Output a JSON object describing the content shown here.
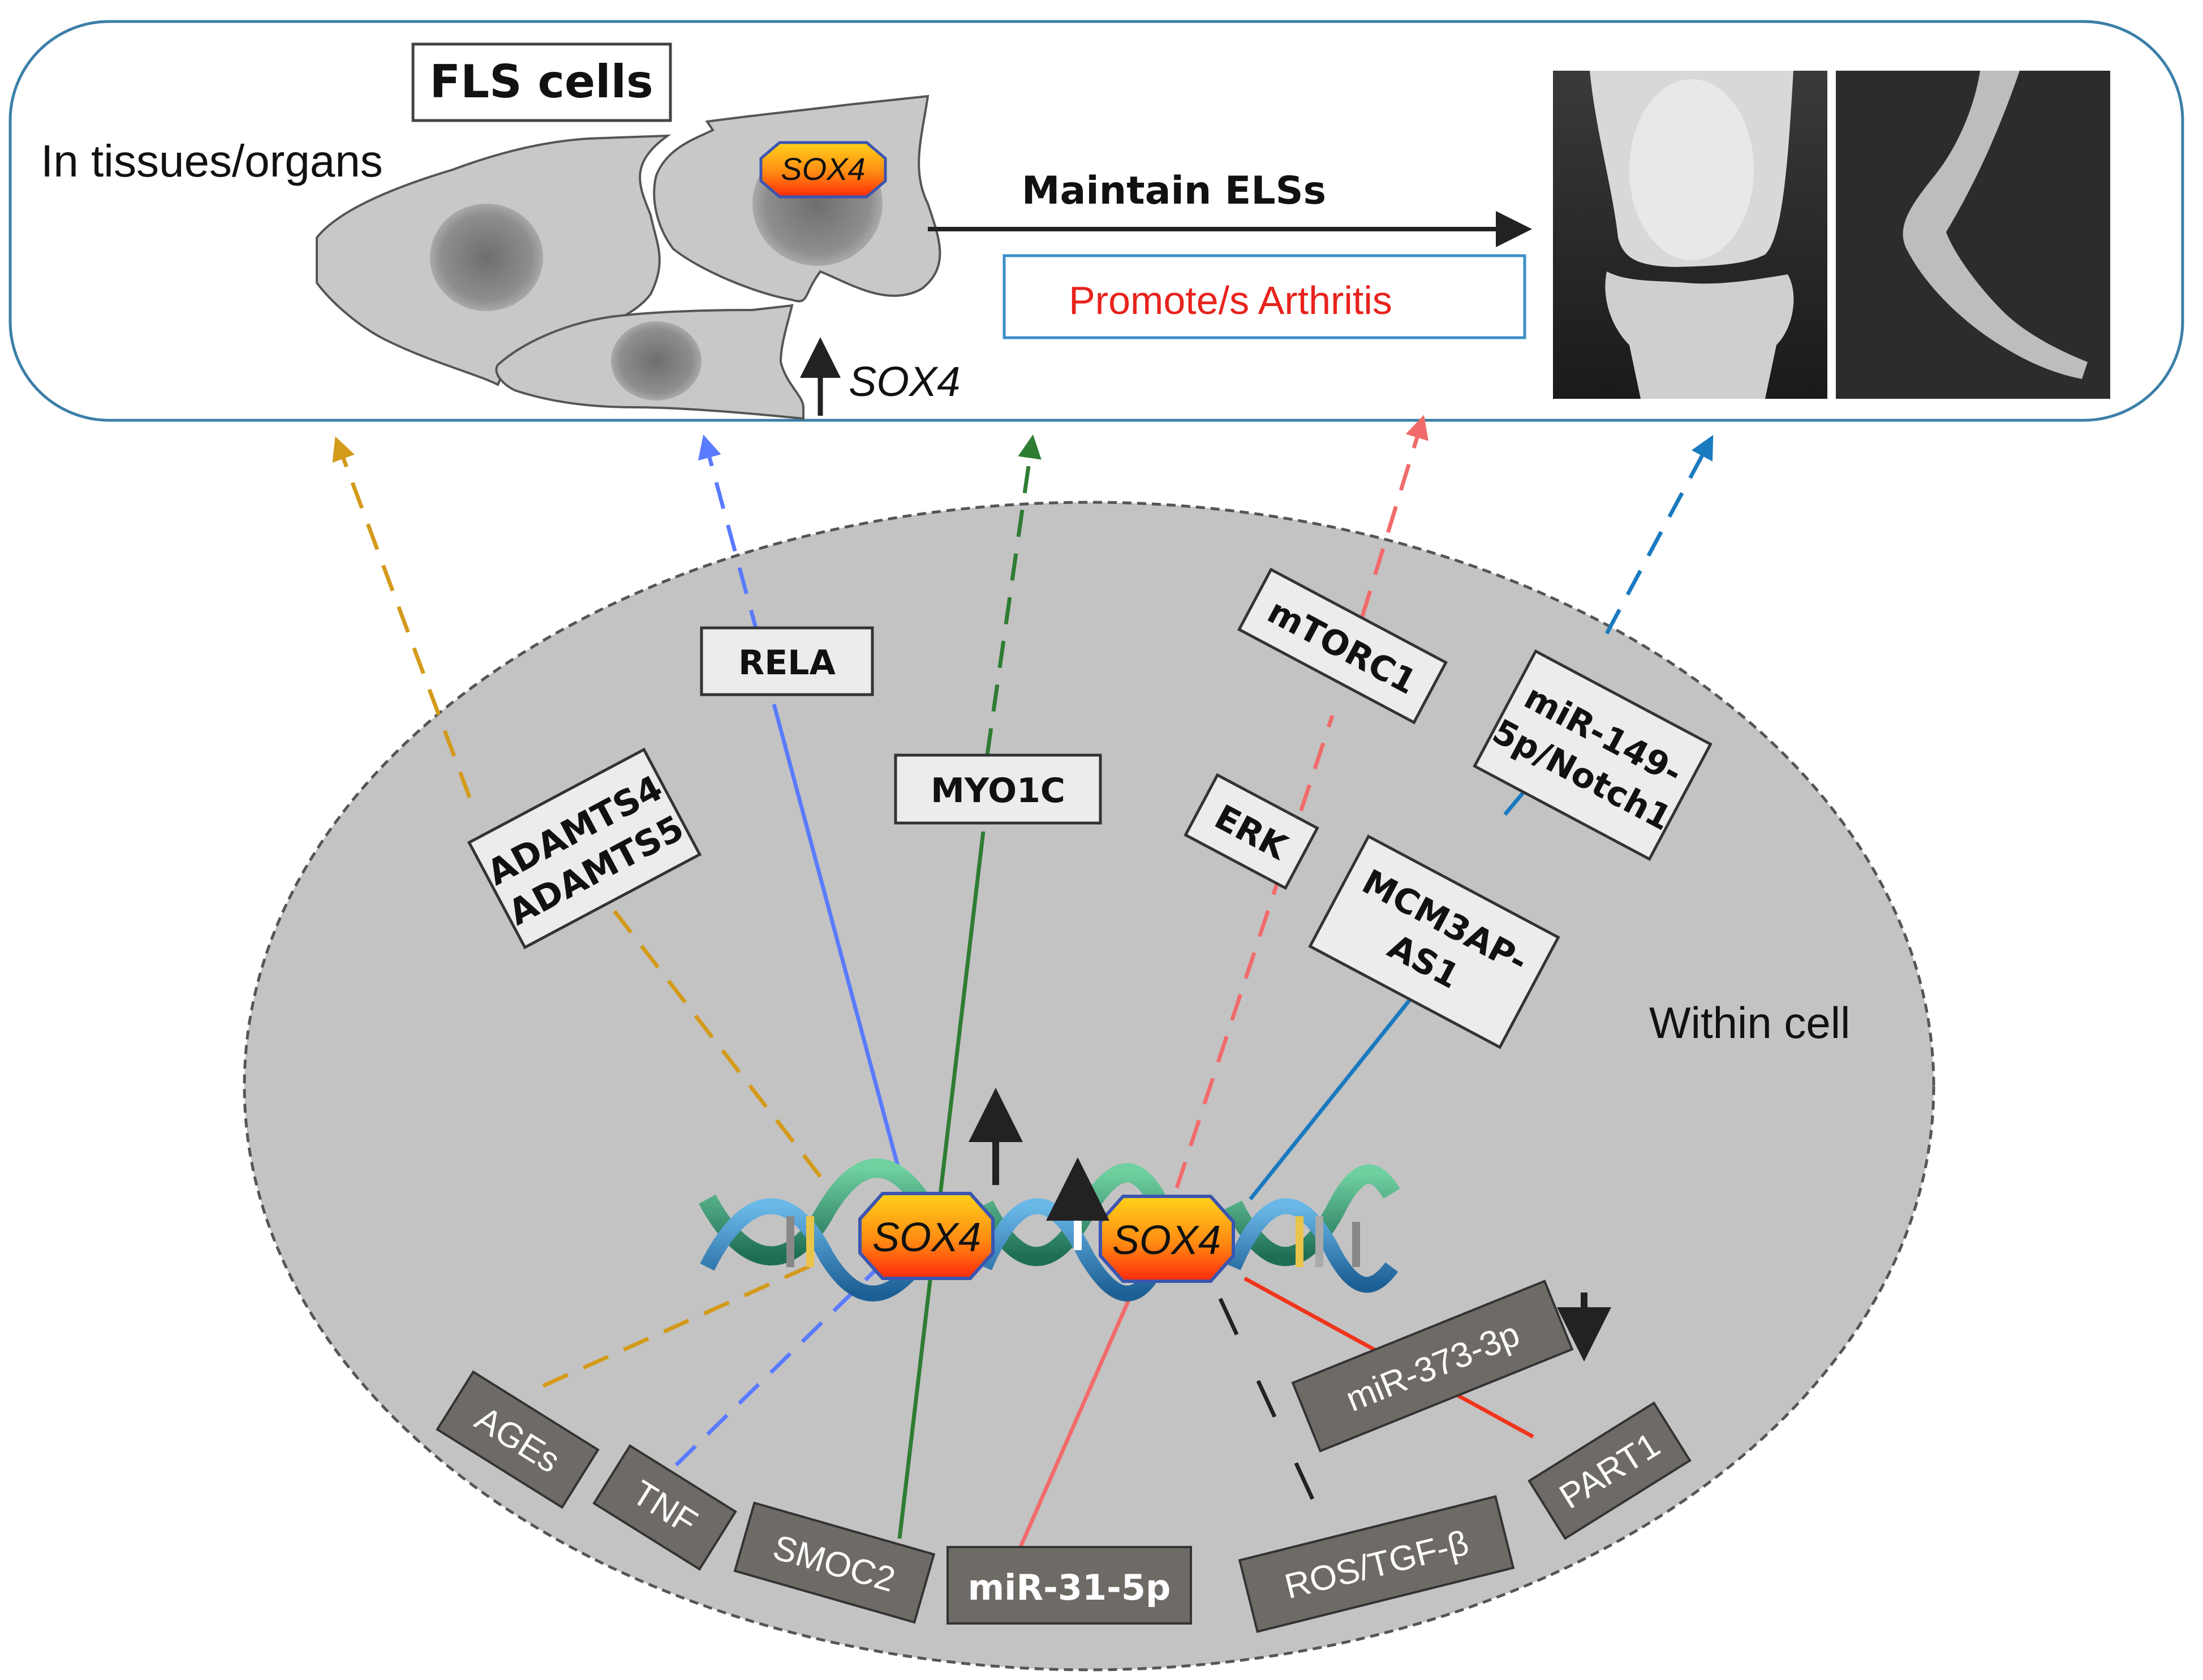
{
  "top_panel": {
    "context_label": "In tissues/organs",
    "cell_type_label": "FLS cells",
    "nucleus_gene_label": "SOX4",
    "upregulated_gene_label": "SOX4",
    "arrow_label": "Maintain ELSs",
    "outcome_label": "Promote/s Arthritis"
  },
  "cell_panel": {
    "context_label": "Within cell",
    "dna_gene_left": "SOX4",
    "dna_gene_right": "SOX4"
  },
  "mediators": {
    "adamts": [
      "ADAMTS4",
      "ADAMTS5"
    ],
    "rela": "RELA",
    "myo1c": "MYO1C",
    "mtorc1": "mTORC1",
    "mir149": [
      "miR-149-",
      "5p/Notch1"
    ],
    "erk": "ERK",
    "mcm3ap": [
      "MCM3AP-",
      "AS1"
    ]
  },
  "upstream_factors": {
    "ages": "AGEs",
    "tnf": "TNF",
    "smoc2": "SMOC2",
    "mir31": "miR-31-5p",
    "ros_tgf": "ROS/TGF-β",
    "part1": "PART1",
    "mir373": "miR-373-3p"
  },
  "colors": {
    "ages_path": "#d49a1a",
    "tnf_path": "#5a7bff",
    "smoc2_path": "#2e7d32",
    "mir31_path": "#f26b6b",
    "mir149_path": "#1a7abf",
    "part1_path": "#f0351c",
    "panel_border": "#3b7fa8",
    "outcome_text": "#e8221c",
    "cell_fill": "#c3c3c3",
    "dark_box": "#6e6a66"
  }
}
